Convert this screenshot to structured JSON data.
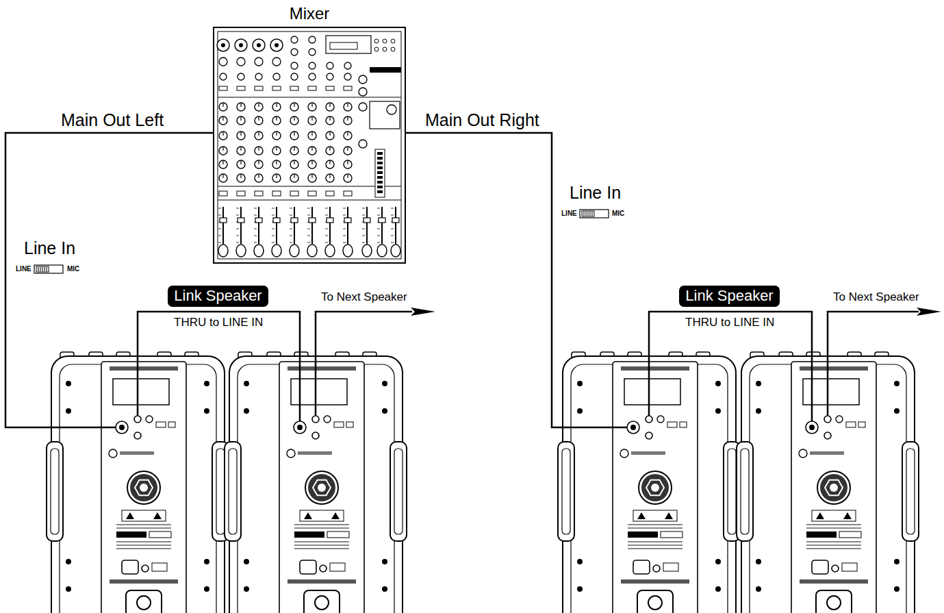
{
  "diagram": {
    "nodes": [
      {
        "text": [
          "Mixer"
        ]
      },
      {
        "text": [
          "Link Speaker"
        ]
      },
      {
        "text": [
          "Link Speaker"
        ]
      }
    ],
    "labels": [
      "Main Out Left",
      "Main Out Right",
      "Line In",
      "LINE",
      "MIC",
      "THRU to LINE IN",
      "To Next Speaker",
      "Line In",
      "LINE",
      "MIC",
      "THRU to LINE IN",
      "To Next Speaker"
    ]
  }
}
